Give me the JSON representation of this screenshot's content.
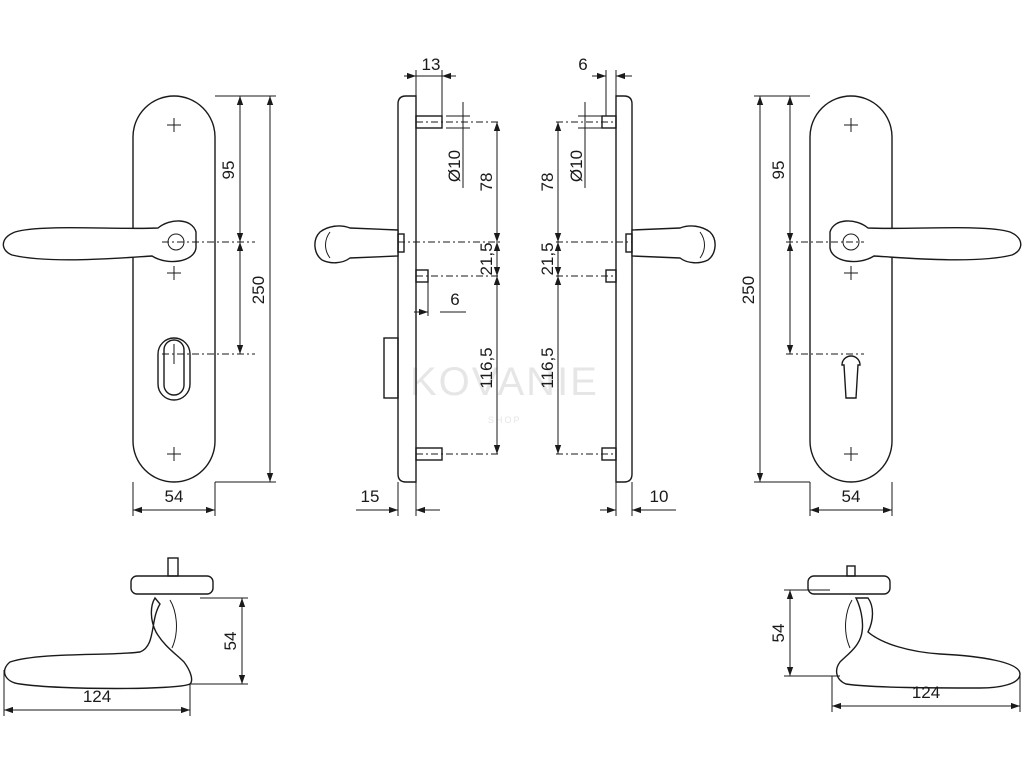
{
  "watermark": {
    "text": "KOVANIE",
    "subtext": "SHOP"
  },
  "dimensions": {
    "front_left_width": "54",
    "front_left_height": "250",
    "front_left_spacing": "95",
    "side_left_rosette_gap": "13",
    "side_left_screw_dia": "Ø10",
    "side_left_top": "78",
    "side_left_mid": "21,5",
    "side_left_bottom": "116,5",
    "side_left_pin": "6",
    "side_left_depth": "15",
    "side_right_rosette_gap": "6",
    "side_right_screw_dia": "Ø10",
    "side_right_top": "78",
    "side_right_mid": "21,5",
    "side_right_bottom": "116,5",
    "side_right_depth": "10",
    "front_right_width": "54",
    "front_right_height": "250",
    "front_right_spacing": "95",
    "top_left_length": "124",
    "top_left_projection": "54",
    "top_right_length": "124",
    "top_right_projection": "54"
  }
}
